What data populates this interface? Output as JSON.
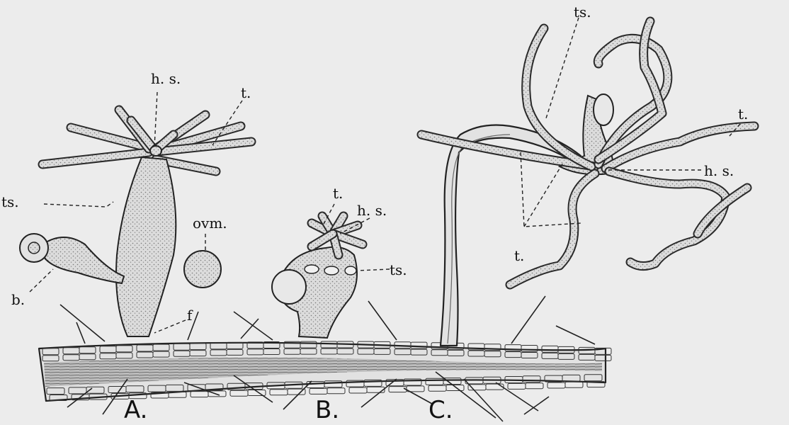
{
  "figure": {
    "panel_labels": {
      "a": "A.",
      "b": "B.",
      "c": "C."
    },
    "annotations": {
      "a_hs": "h. s.",
      "a_t": "t.",
      "a_ts": "ts.",
      "a_ovm": "ovm.",
      "a_b": "b.",
      "a_f": "f",
      "b_t": "t.",
      "b_hs": "h. s.",
      "b_ts": "ts.",
      "c_ts": "ts.",
      "c_t_top": "t.",
      "c_hs": "h. s.",
      "c_t_bottom": "t."
    },
    "colors": {
      "background": "#ececec",
      "ink": "#222222",
      "fill": "#d6d6d6"
    }
  }
}
